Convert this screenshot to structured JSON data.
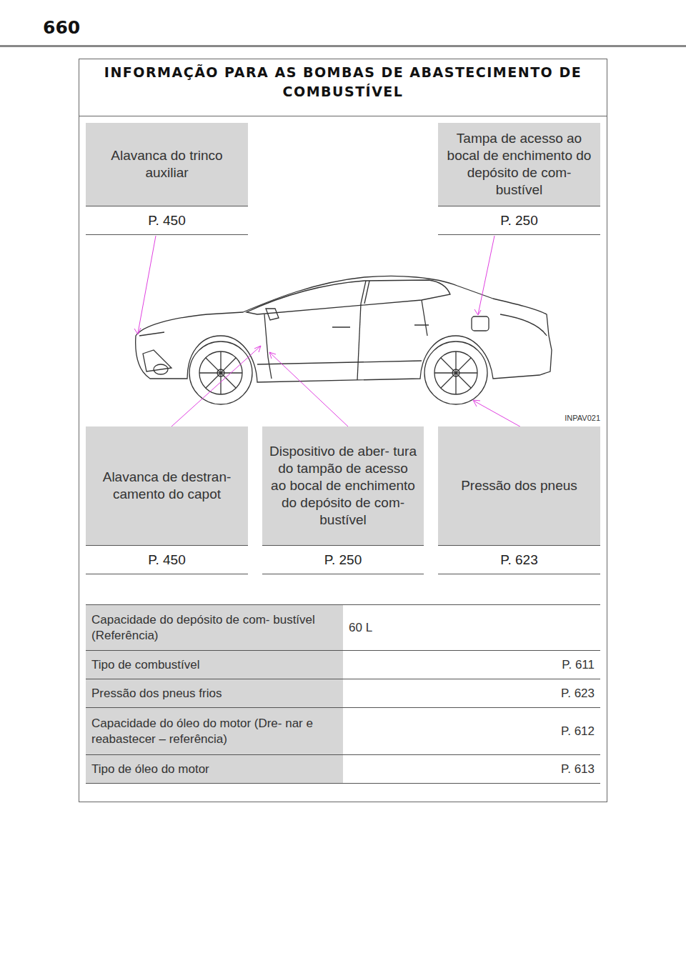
{
  "diagram": {
    "title": "INFORMAÇÃO PARA AS BOMBAS DE ABASTECIMENTO DE COMBUSTÍVEL",
    "nodes": [
      {
        "text": [
          "Alavanca do trinco auxiliar",
          "P. 450"
        ]
      },
      {
        "text": [
          "Tampa de acesso ao bocal de enchimento do depósito de com- bustível",
          "P. 250"
        ]
      },
      {
        "text": [
          "Alavanca de destran- camento do capot",
          "P. 450"
        ]
      },
      {
        "text": [
          "Dispositivo de aber- tura do tampão de acesso ao bocal de enchimento do depósito de com- bustível",
          "P. 250"
        ]
      },
      {
        "text": [
          "Pressão dos pneus",
          "P. 623"
        ]
      }
    ],
    "labels": [
      "660",
      "INPAV021",
      "Capacidade do depósito de com- bustível (Referência)",
      "60 L",
      "Tipo de combustível",
      "P. 611",
      "Pressão dos pneus frios",
      "P. 623",
      "Capacidade do óleo do motor (Dre- nar e reabastecer – referência)",
      "P. 612",
      "Tipo de óleo do motor",
      "P. 613"
    ]
  }
}
